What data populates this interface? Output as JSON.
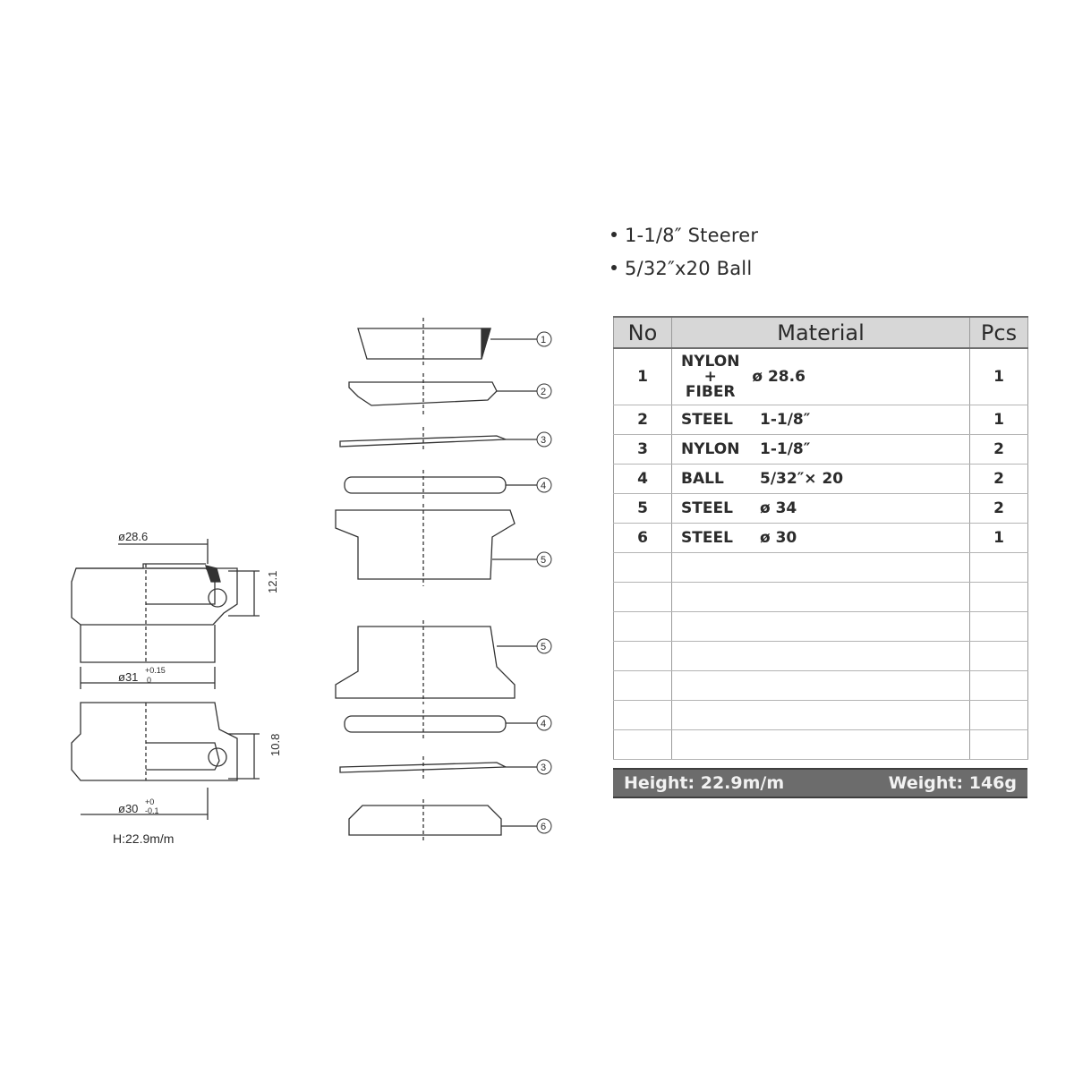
{
  "bullets": [
    "1-1/8″ Steerer",
    "5/32″x20 Ball"
  ],
  "table": {
    "headers": {
      "no": "No",
      "material": "Material",
      "pcs": "Pcs"
    },
    "rows": [
      {
        "no": "1",
        "material_top": "NYLON",
        "material_plus": "+",
        "material_bottom": "FIBER",
        "spec": "ø 28.6",
        "pcs": "1"
      },
      {
        "no": "2",
        "material": "STEEL",
        "spec": "1-1/8″",
        "pcs": "1"
      },
      {
        "no": "3",
        "material": "NYLON",
        "spec": "1-1/8″",
        "pcs": "2"
      },
      {
        "no": "4",
        "material": "BALL",
        "spec": "5/32″× 20",
        "pcs": "2"
      },
      {
        "no": "5",
        "material": "STEEL",
        "spec": "ø 34",
        "pcs": "2"
      },
      {
        "no": "6",
        "material": "STEEL",
        "spec": "ø 30",
        "pcs": "1"
      }
    ],
    "footer": {
      "height": "Height: 22.9m/m",
      "weight": "Weight: 146g"
    }
  },
  "assembly": {
    "dim_top_diameter": "ø28.6",
    "dim_top_height": "12.1",
    "dim_cup_diameter": "ø31",
    "dim_cup_tolerance_plus": "+0.15",
    "dim_cup_tolerance_minus": "0",
    "dim_bottom_height": "10.8",
    "dim_crown_diameter": "ø30",
    "dim_crown_tolerance_plus": "+0",
    "dim_crown_tolerance_minus": "-0.1",
    "stack_height": "H:22.9m/m"
  },
  "callouts": [
    "1",
    "2",
    "3",
    "4",
    "5",
    "5",
    "4",
    "3",
    "6"
  ]
}
